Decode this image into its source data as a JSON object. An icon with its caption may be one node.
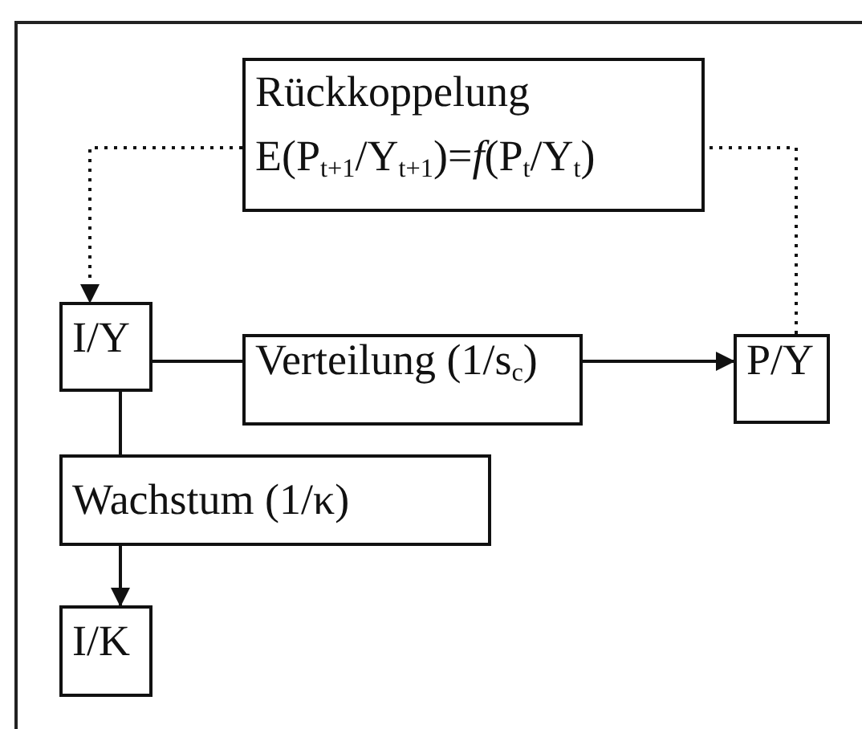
{
  "diagram": {
    "nodes": [
      {
        "text": [
          "Rückkoppelung",
          "E(P$_{t+1}$/Y$_{t+1}$)=*f*(P$_{t}$/Y$_{t}$)"
        ]
      },
      {
        "text": [
          "I/Y"
        ]
      },
      {
        "text": [
          "Verteilung (1/s$_{c}$)"
        ]
      },
      {
        "text": [
          "P/Y"
        ]
      },
      {
        "text": [
          "Wachstum (1/κ)"
        ]
      },
      {
        "text": [
          "I/K"
        ]
      }
    ],
    "edges": [
      {
        "from": 0,
        "to": 1,
        "arrow": "to",
        "style": "dashed"
      },
      {
        "from": 3,
        "to": 0,
        "arrow": "none",
        "style": "dashed"
      },
      {
        "from": 1,
        "to": 2,
        "arrow": "none"
      },
      {
        "from": 2,
        "to": 3,
        "arrow": "to"
      },
      {
        "from": 1,
        "to": 4,
        "arrow": "none"
      },
      {
        "from": 4,
        "to": 5,
        "arrow": "to"
      }
    ]
  }
}
